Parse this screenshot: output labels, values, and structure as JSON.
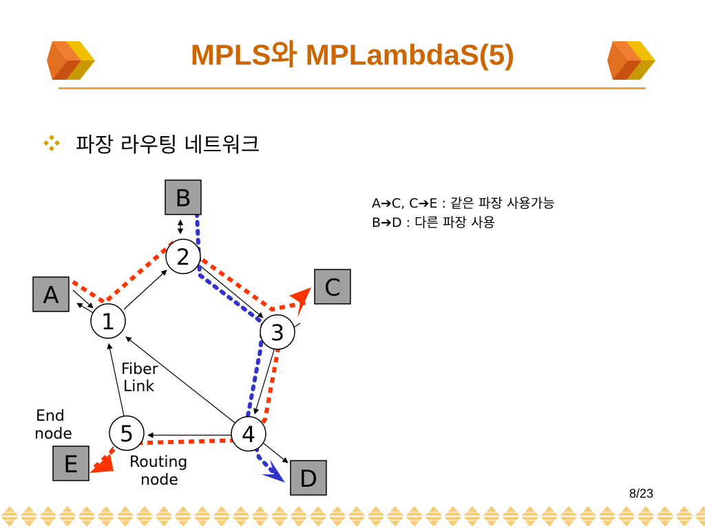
{
  "slide": {
    "title": "MPLS와 MPLambdaS(5)",
    "bullet": "파장 라우팅 네트워크",
    "page_number": "8/23"
  },
  "notes": {
    "line1_p1": "A",
    "line1_p2": "C, C",
    "line1_p3": "E : 같은 파장 사용가능",
    "line2_p1": "B",
    "line2_p2": "D : 다른 파장 사용"
  },
  "diagram": {
    "end_nodes": [
      "A",
      "B",
      "C",
      "D",
      "E"
    ],
    "routing_nodes": [
      "1",
      "2",
      "3",
      "4",
      "5"
    ],
    "labels": {
      "fiber_1": "Fiber",
      "fiber_2": "Link",
      "end_1": "End",
      "end_2": "node",
      "routing_1": "Routing",
      "routing_2": "node"
    }
  },
  "colors": {
    "title": "#cc6600",
    "red_path": "#ff3300",
    "blue_path": "#3333cc",
    "end_node_fill": "#a0a0a0",
    "rule": "#f0a040"
  }
}
